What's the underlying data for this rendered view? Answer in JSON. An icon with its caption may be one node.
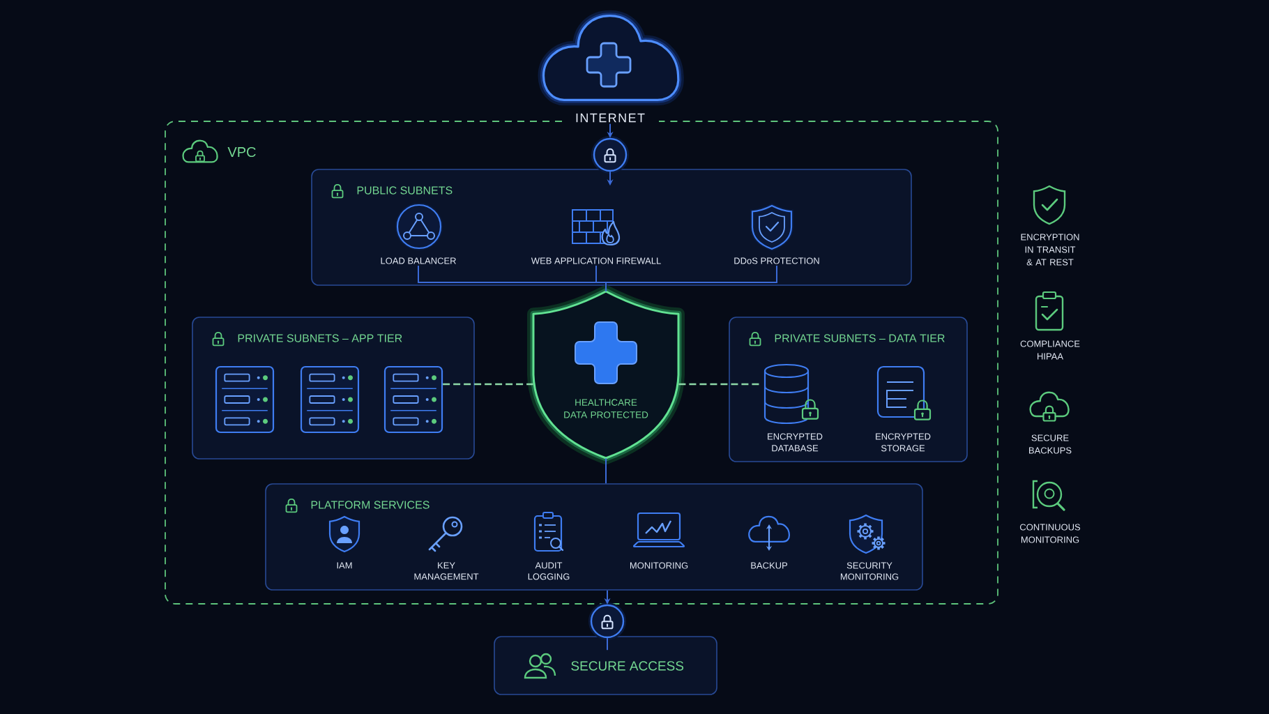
{
  "diagram": {
    "nodes": [
      {
        "text": [
          "INTERNET"
        ]
      },
      {
        "text": [
          "VPC"
        ]
      },
      {
        "text": [],
        "shape": "circle",
        "in": 1
      },
      {
        "text": [
          "PUBLIC SUBNETS"
        ],
        "in": 1
      },
      {
        "text": [
          "LOAD BALANCER"
        ],
        "in": 3
      },
      {
        "text": [
          "WEB APPLICATION FIREWALL"
        ],
        "in": 3
      },
      {
        "text": [
          "DDoS PROTECTION"
        ],
        "in": 3
      },
      {
        "text": [
          "PRIVATE SUBNETS – APP TIER"
        ],
        "in": 1
      },
      {
        "text": [],
        "shape": "box",
        "in": 7
      },
      {
        "text": [],
        "shape": "box",
        "in": 7
      },
      {
        "text": [],
        "shape": "box",
        "in": 7
      },
      {
        "text": [
          "HEALTHCARE DATA PROTECTED"
        ],
        "in": 1
      },
      {
        "text": [
          "PRIVATE SUBNETS – DATA TIER"
        ],
        "in": 1
      },
      {
        "text": [
          "ENCRYPTED DATABASE"
        ],
        "in": 12
      },
      {
        "text": [
          "PLATFORM SERVICES"
        ],
        "in": 1
      },
      {
        "text": [],
        "shape": "circle"
      },
      {
        "text": [
          "SECURE ACCESS"
        ]
      }
    ],
    "edges": [
      {
        "from": 0,
        "to": 2,
        "arrow": "to"
      },
      {
        "from": 2,
        "to": 3,
        "arrow": "to"
      },
      {
        "from": 4,
        "to": 11,
        "arrow": "none"
      },
      {
        "from": 5,
        "to": 11,
        "arrow": "none"
      },
      {
        "from": 6,
        "to": 11,
        "arrow": "none"
      },
      {
        "from": 10,
        "to": 11,
        "arrow": "none",
        "style": "dashed",
        "color": "#8ed9a8"
      },
      {
        "from": 11,
        "to": 13,
        "arrow": "none",
        "style": "dashed",
        "color": "#8ed9a8"
      },
      {
        "from": 11,
        "to": 14,
        "arrow": "none"
      },
      {
        "from": 14,
        "to": 15,
        "arrow": "to"
      },
      {
        "from": 15,
        "to": 16,
        "arrow": "none"
      }
    ],
    "labels": [
      "ENCRYPTED STORAGE",
      "IAM",
      "KEY MANAGEMENT",
      "AUDIT LOGGING",
      "MONITORING",
      "BACKUP",
      "SECURITY MONITORING",
      "ENCRYPTION IN TRANSIT & AT REST",
      "COMPLIANCE HIPAA",
      "SECURE BACKUPS",
      "CONTINUOUS MONITORING"
    ]
  }
}
